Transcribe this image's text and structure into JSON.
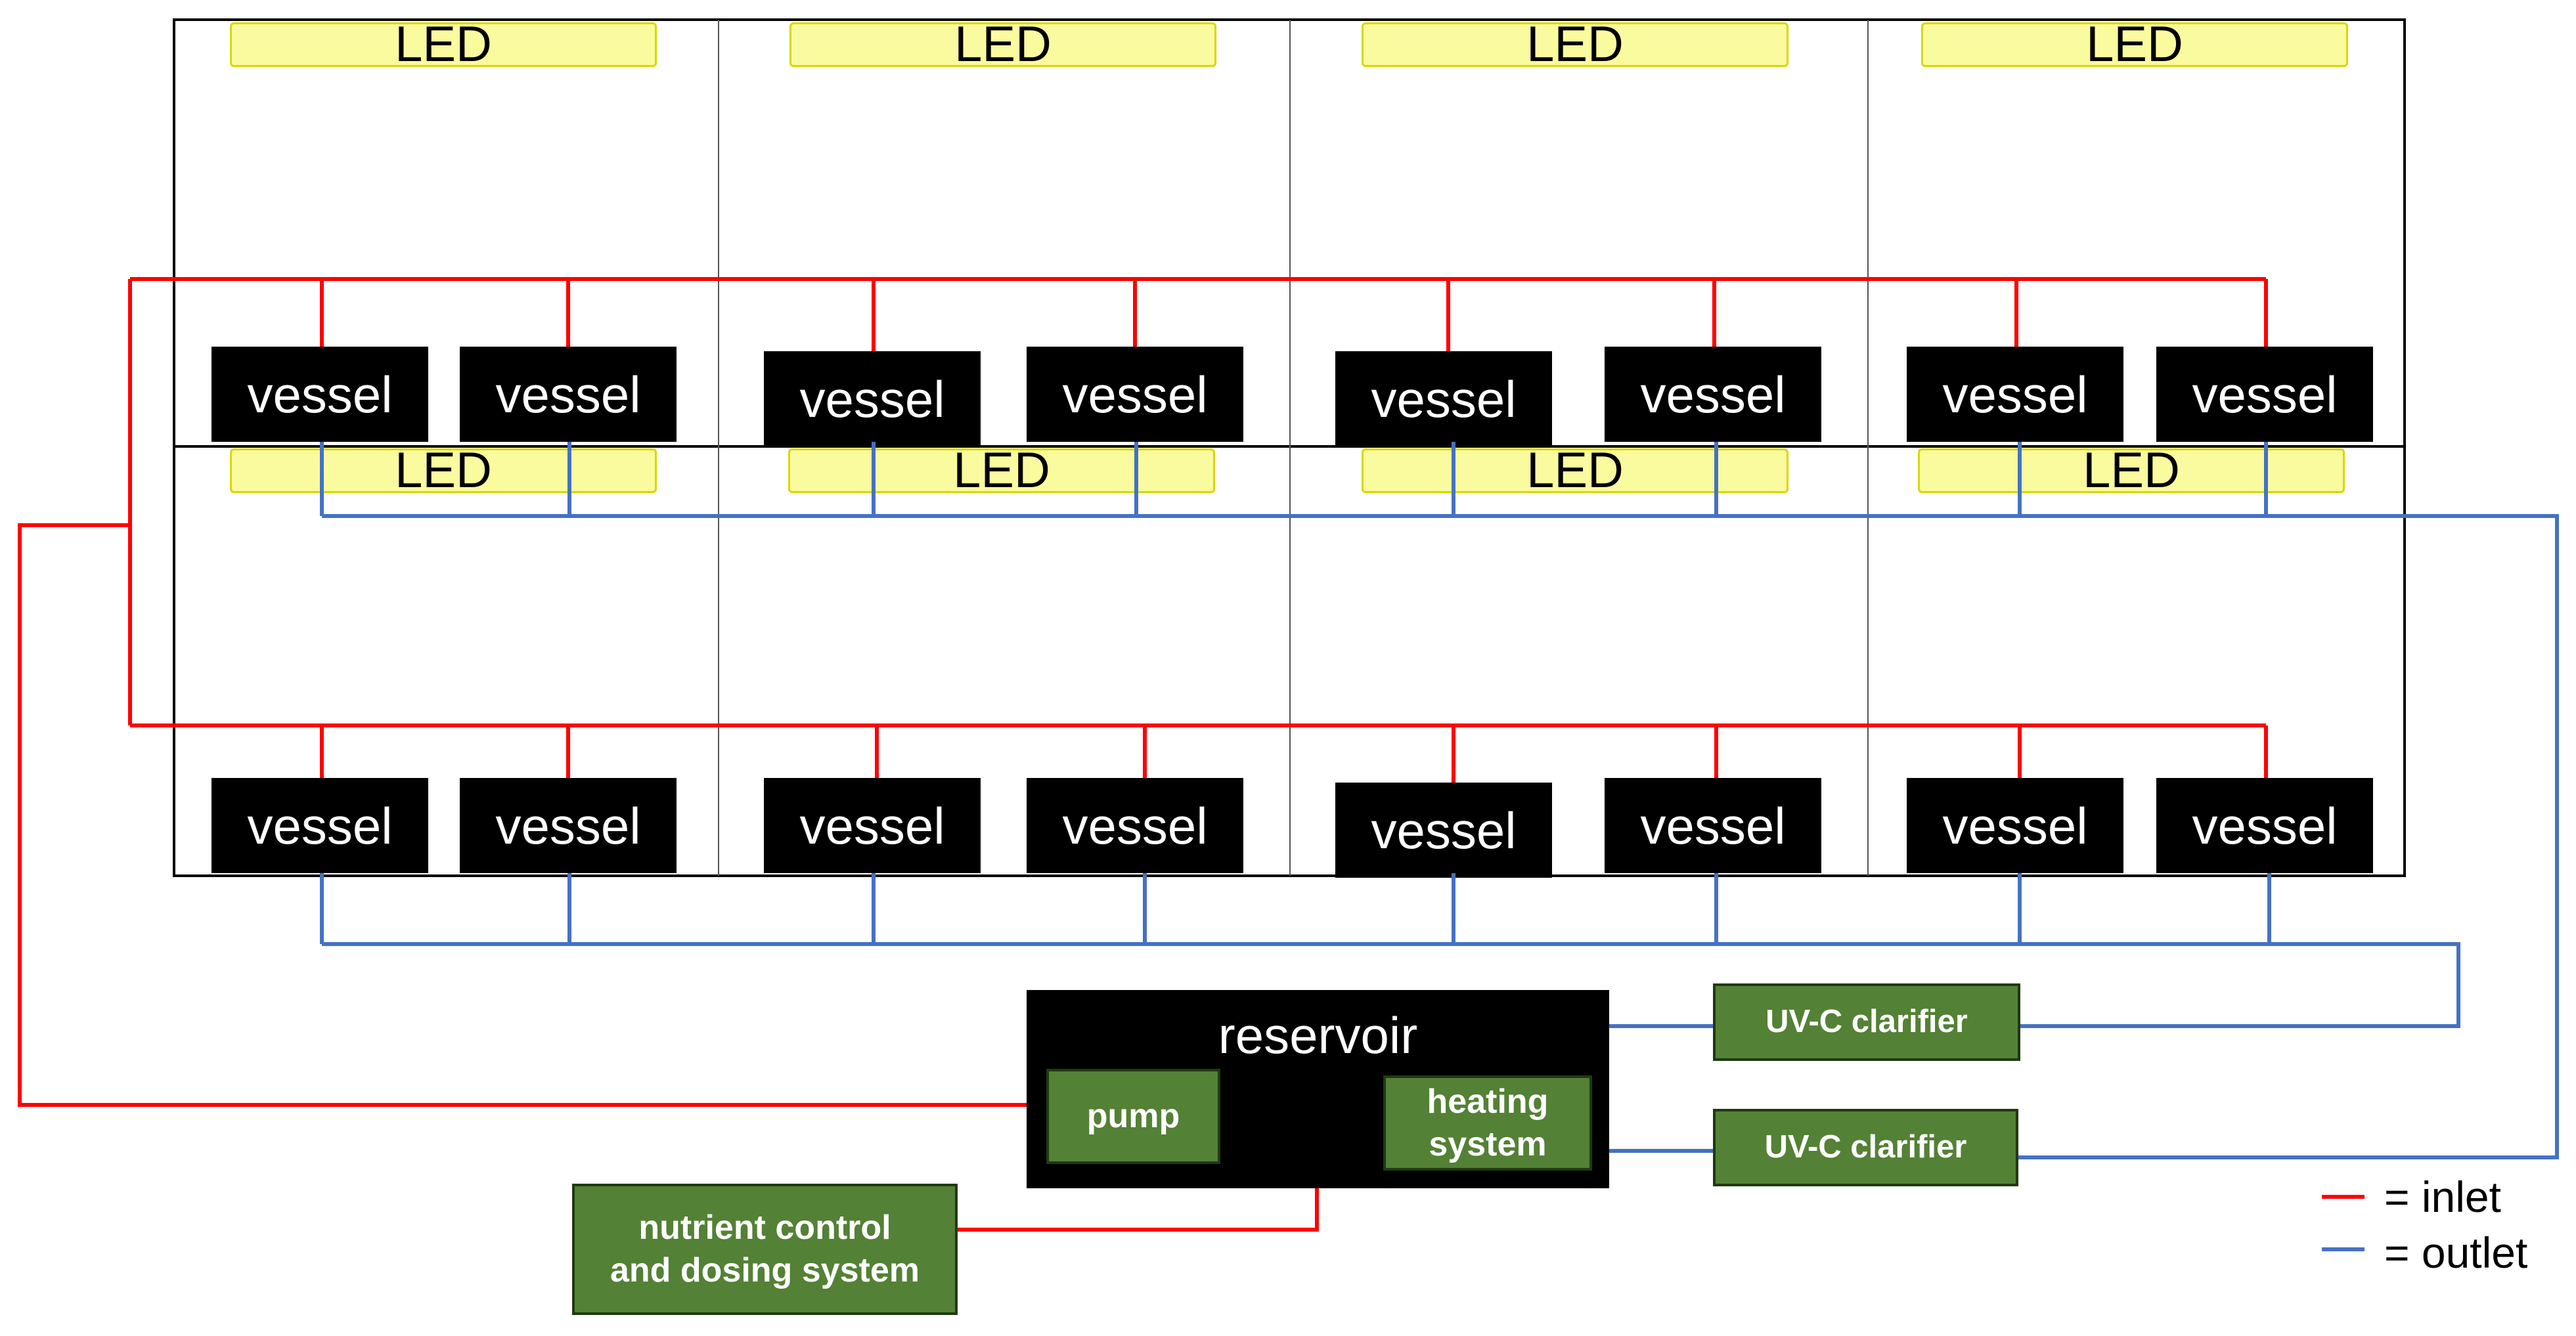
{
  "colors": {
    "inlet": "#ff0000",
    "outlet": "#4472c4",
    "component": "#538135",
    "led": "#fafa9f"
  },
  "upper_leds": [
    "LED",
    "LED",
    "LED",
    "LED"
  ],
  "lower_leds": [
    "LED",
    "LED",
    "LED",
    "LED"
  ],
  "upper_vessels": [
    "vessel",
    "vessel",
    "vessel",
    "vessel",
    "vessel",
    "vessel",
    "vessel",
    "vessel"
  ],
  "lower_vessels": [
    "vessel",
    "vessel",
    "vessel",
    "vessel",
    "vessel",
    "vessel",
    "vessel",
    "vessel"
  ],
  "reservoir": {
    "label": "reservoir",
    "pump": "pump",
    "heating_1": "heating",
    "heating_2": "system"
  },
  "uv_clarifiers": [
    "UV-C clarifier",
    "UV-C clarifier"
  ],
  "nutrient": {
    "line1": "nutrient control",
    "line2": "and dosing system"
  },
  "legend": {
    "inlet": "= inlet",
    "outlet": "= outlet"
  }
}
